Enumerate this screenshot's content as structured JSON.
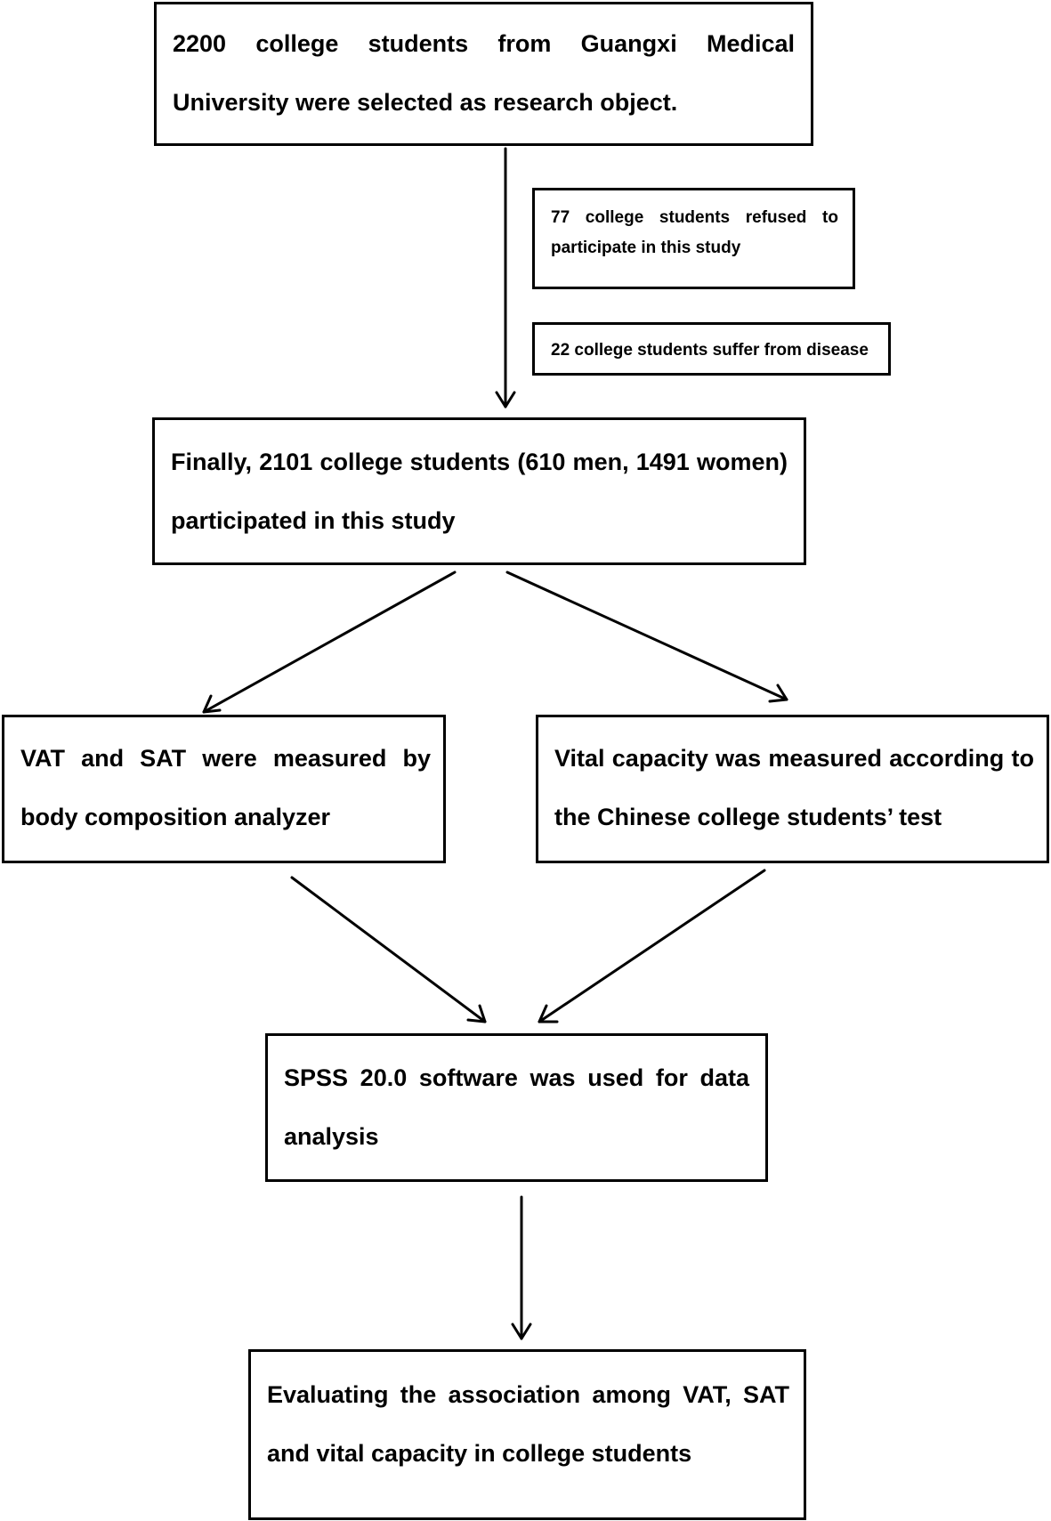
{
  "flowchart": {
    "start": "2200 college students from Guangxi Medical University were selected as research object.",
    "exclusion_refused": "77 college students refused to participate in this study",
    "exclusion_disease": "22 college students suffer from disease",
    "participants": "Finally, 2101 college students (610 men, 1491 women) participated in this study",
    "measure_fat": "VAT and SAT were measured by body composition analyzer",
    "measure_vital": "Vital capacity was measured according to the Chinese college students’ test",
    "analysis": "SPSS 20.0 software was used for data analysis",
    "outcome": "Evaluating the association among VAT, SAT and vital capacity in college students"
  }
}
